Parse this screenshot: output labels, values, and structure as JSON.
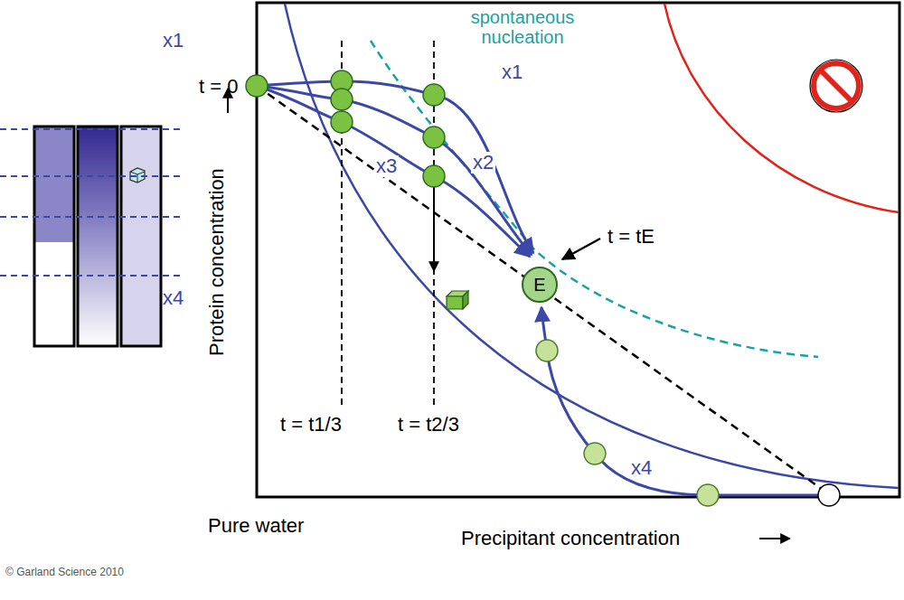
{
  "diagram": {
    "nodes": [
      {
        "text": [
          "E"
        ]
      }
    ],
    "labels": [
      "t = 0",
      "spontaneous nucleation",
      "x1",
      "x2",
      "x3",
      "x4",
      "t = tE",
      "t = t1/3",
      "t = t2/3",
      "Protein concentration",
      "Pure water",
      "Precipitant concentration",
      "x1",
      "x4",
      "© Garland Science 2010"
    ]
  }
}
